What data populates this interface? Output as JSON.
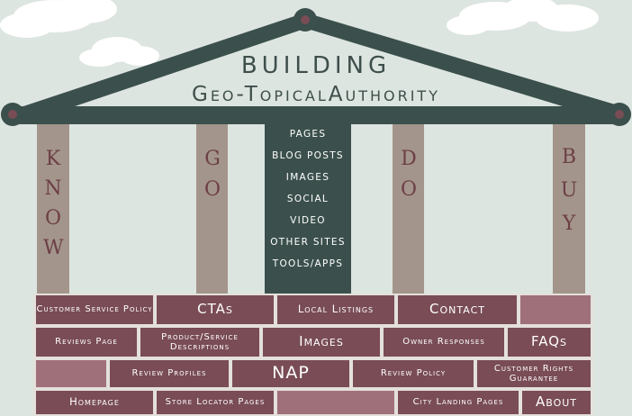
{
  "title": {
    "line1": "BUILDING",
    "line2": "Geo-TopicalAuthority"
  },
  "pillars": {
    "know": "KNOW",
    "go": "GO",
    "do": "DO",
    "buy": "BUY"
  },
  "center_column": [
    "Pages",
    "Blog Posts",
    "Images",
    "Social",
    "Video",
    "Other Sites",
    "Tools/Apps"
  ],
  "bricks": {
    "row1": [
      "Customer Service Policy",
      "CTAs",
      "Local Listings",
      "Contact"
    ],
    "row2": [
      "Reviews Page",
      "Product/Service Descriptions",
      "Images",
      "Owner Responses",
      "FAQs"
    ],
    "row3": [
      "Review Profiles",
      "NAP",
      "Review Policy",
      "Customer Rights Guarantee"
    ],
    "row4": [
      "Homepage",
      "Store Locator Pages",
      "City Landing Pages",
      "About"
    ]
  },
  "colors": {
    "roof": "#3b504c",
    "pillar": "#a3958b",
    "brick": "#794c56",
    "brick_light": "#a0707a",
    "sky": "#dde5e0"
  }
}
